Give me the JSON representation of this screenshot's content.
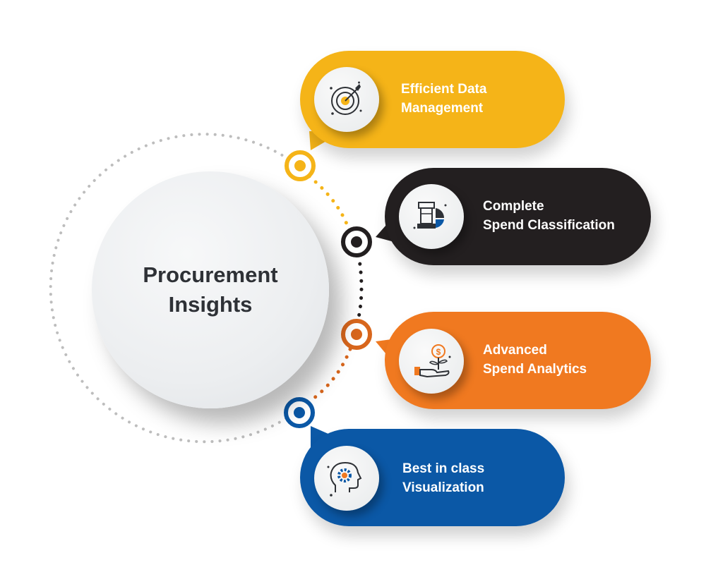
{
  "center": {
    "title": "Procurement Insights"
  },
  "items": [
    {
      "label": "Efficient Data\nManagement",
      "icon": "target-icon",
      "color": "#f5b418"
    },
    {
      "label": "Complete\nSpend Classification",
      "icon": "chess-chart-icon",
      "color": "#231f20"
    },
    {
      "label": "Advanced\nSpend Analytics",
      "icon": "hand-dollar-plant-icon",
      "color": "#f07920"
    },
    {
      "label": "Best in class\nVisualization",
      "icon": "head-gear-icon",
      "color": "#0b58a6"
    }
  ]
}
